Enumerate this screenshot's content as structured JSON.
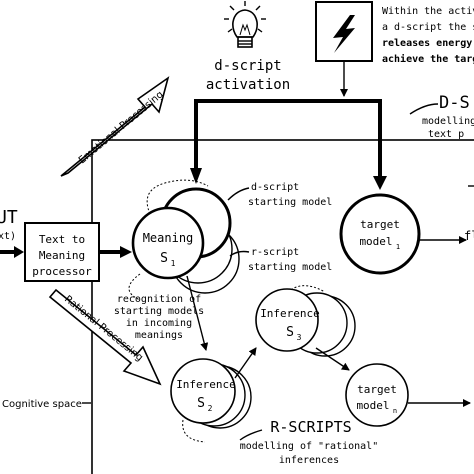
{
  "top_note": {
    "line1": "Within the activ",
    "line2": "a d-script the s",
    "line3": "releases energy",
    "line4": "achieve the targ"
  },
  "activation": {
    "line1": "d-script",
    "line2": "activation"
  },
  "dscripts": {
    "title": "D-S",
    "sub1": "modelling o",
    "sub2": "text p"
  },
  "input": {
    "title": "UT",
    "sub": "xt)"
  },
  "processor": {
    "line1": "Text to",
    "line2": "Meaning",
    "line3": "processor"
  },
  "emotional_arrow": "Emotional Processing",
  "rational_arrow": "Rational Processing",
  "meaning_node": {
    "label": "Meaning",
    "sub": "S",
    "subscript": "1"
  },
  "dscript_model": {
    "line1": "d-script",
    "line2": "starting model"
  },
  "rscript_model": {
    "line1": "r-script",
    "line2": "starting model"
  },
  "target1": {
    "label": "target",
    "sub": "model",
    "subscript": "1"
  },
  "right_cut": "fl",
  "recognition": {
    "line1": "recognition of",
    "line2": "starting models",
    "line3": "in incoming",
    "line4": "meanings"
  },
  "inference3": {
    "label": "Inference",
    "sub": "S",
    "subscript": "3"
  },
  "inference2": {
    "label": "Inference",
    "sub": "S",
    "subscript": "2"
  },
  "targetn": {
    "label": "target",
    "sub": "model",
    "subscript": "n"
  },
  "cognitive_space": "Cognitive space",
  "rscripts": {
    "title": "R-SCRIPTS",
    "line1": "modelling of \"rational\"",
    "line2": "inferences"
  }
}
